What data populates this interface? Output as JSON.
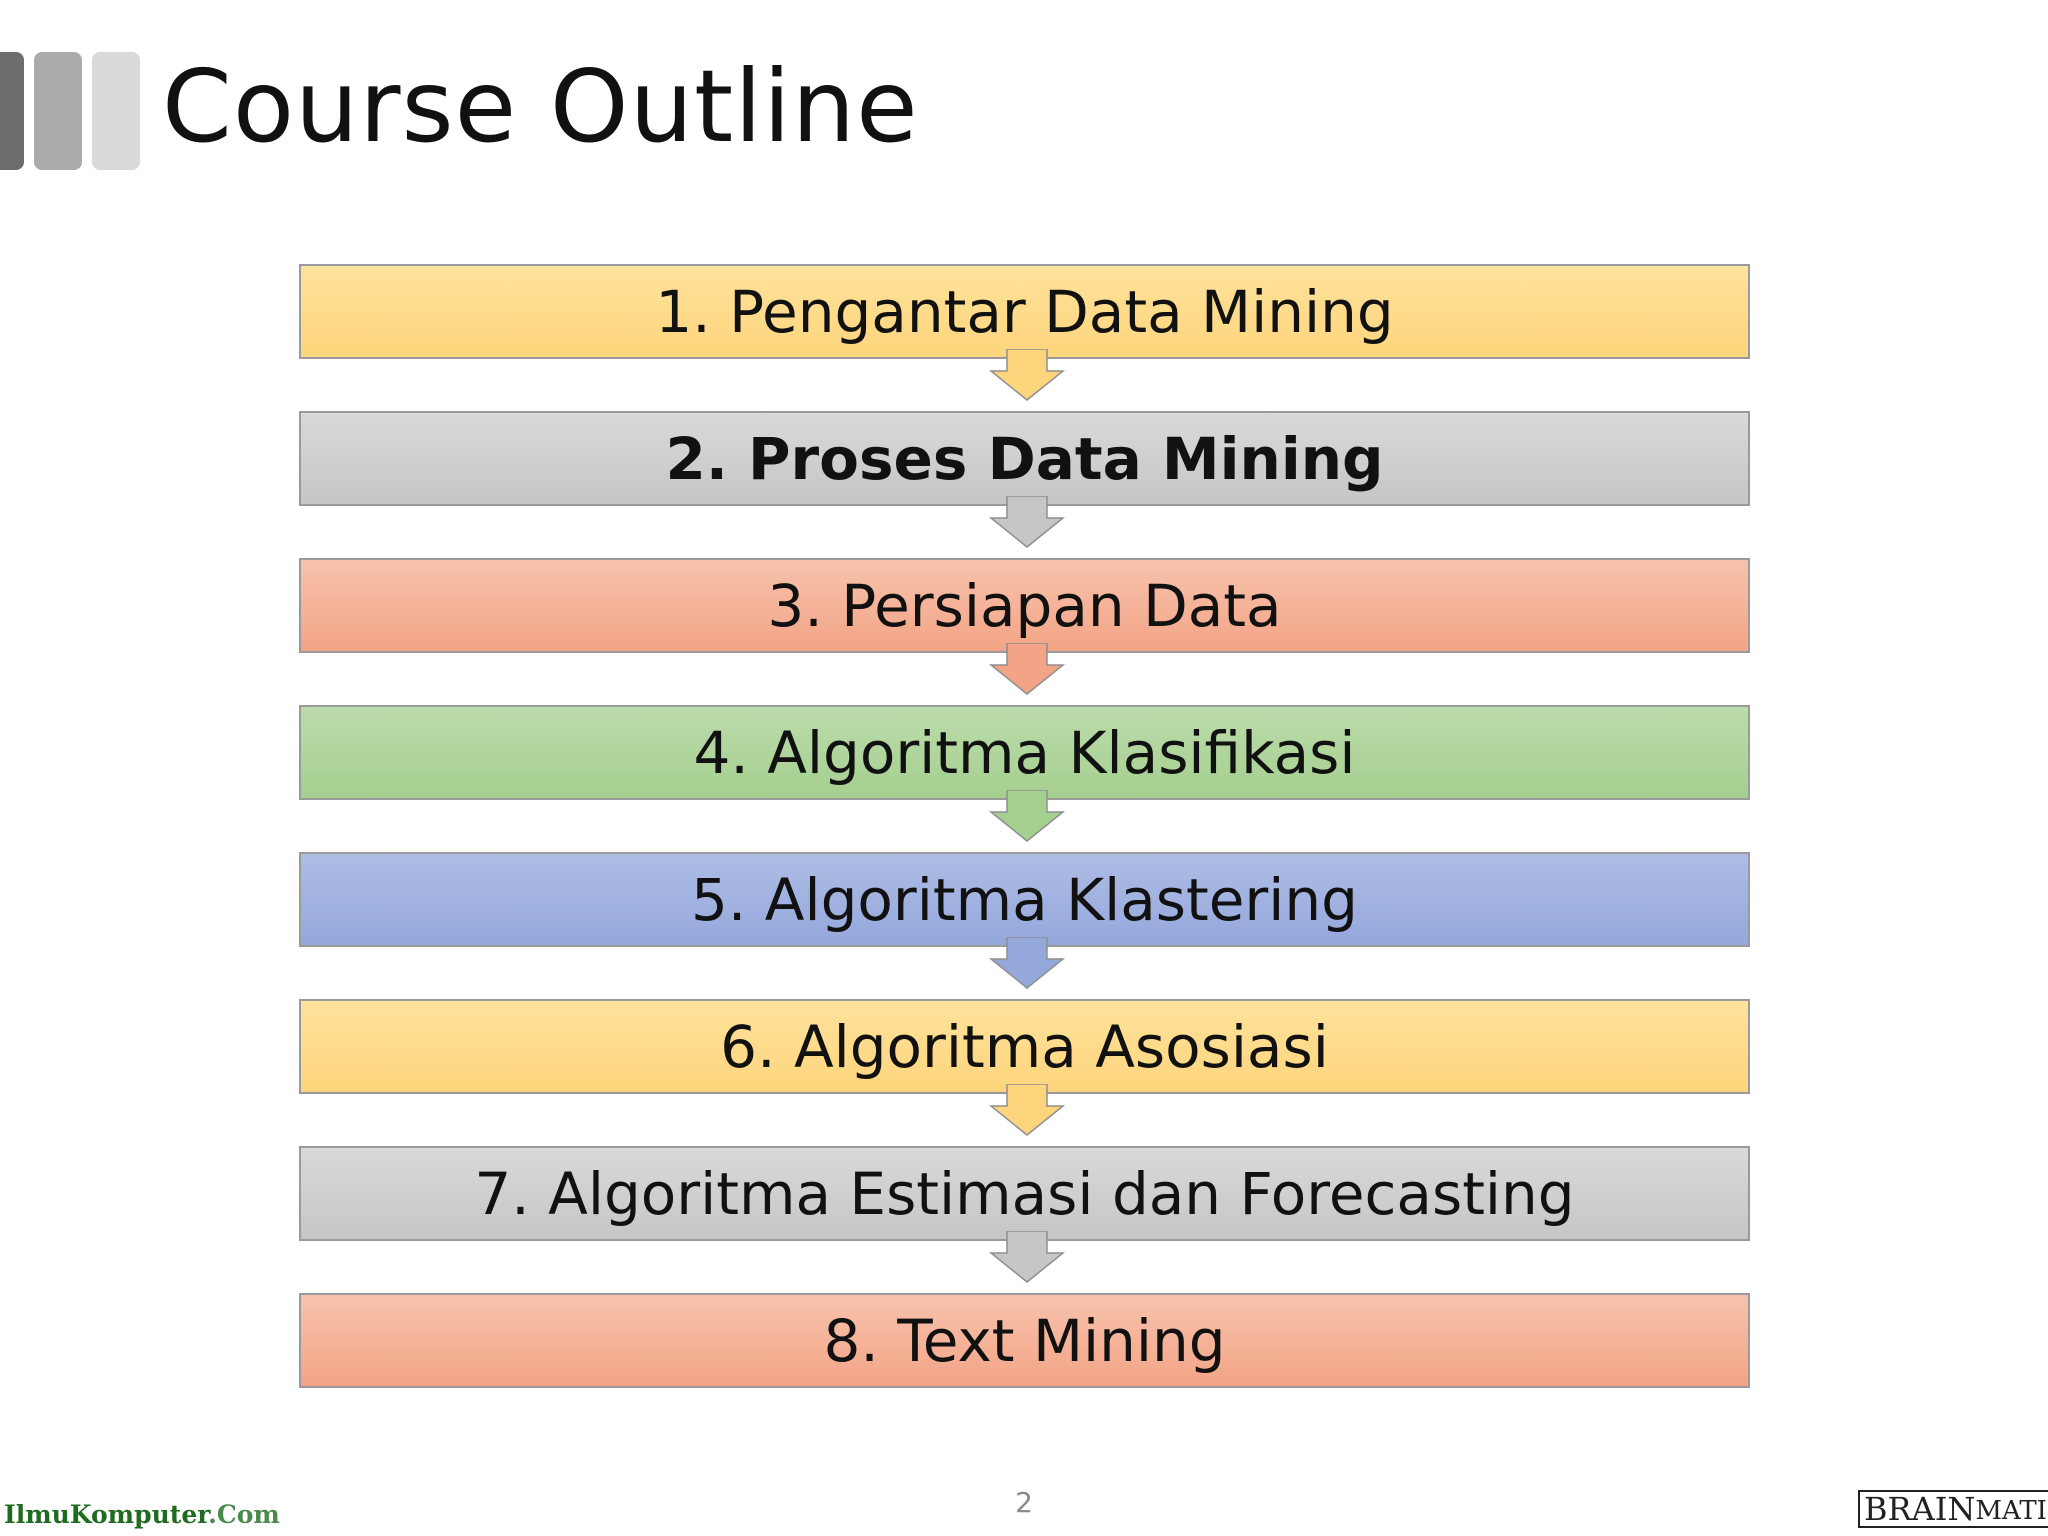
{
  "slide": {
    "title": "Course Outline",
    "page_number": "2"
  },
  "steps": [
    {
      "label": "1. Pengantar Data Mining",
      "color": "yellow",
      "bold": false
    },
    {
      "label": "2. Proses Data Mining",
      "color": "gray",
      "bold": true
    },
    {
      "label": "3. Persiapan Data",
      "color": "orange",
      "bold": false
    },
    {
      "label": "4. Algoritma Klasifikasi",
      "color": "green",
      "bold": false
    },
    {
      "label": "5. Algoritma Klastering",
      "color": "blue",
      "bold": false
    },
    {
      "label": "6. Algoritma Asosiasi",
      "color": "yellow",
      "bold": false
    },
    {
      "label": "7. Algoritma Estimasi dan Forecasting",
      "color": "gray",
      "bold": false
    },
    {
      "label": "8. Text Mining",
      "color": "orange",
      "bold": false
    }
  ],
  "colors": {
    "yellow": "#fdd57c",
    "gray": "#c6c6c6",
    "orange": "#f3a486",
    "green": "#a5cf8f",
    "blue": "#95a8dc"
  },
  "footer": {
    "left_logo_main": "IlmuKomputer",
    "left_logo_suffix": ".Com",
    "right_logo_part1": "BRAIN",
    "right_logo_part2": "MATICS"
  }
}
